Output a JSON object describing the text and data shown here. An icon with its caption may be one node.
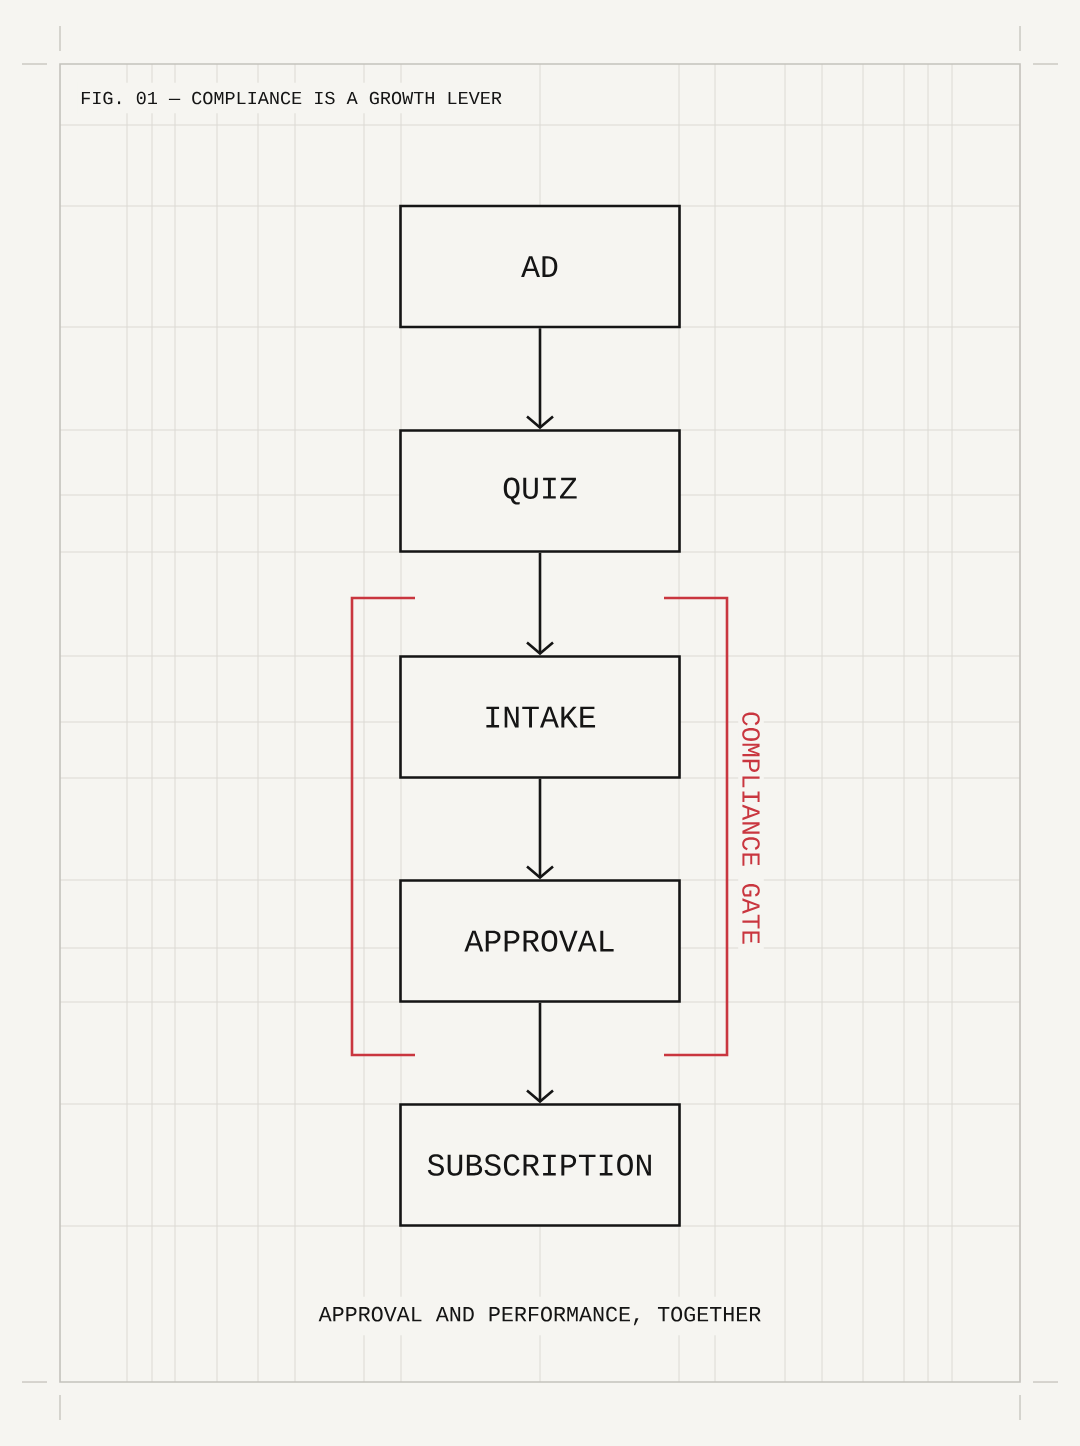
{
  "diagram": {
    "title": "FIG. 01 — COMPLIANCE IS A GROWTH LEVER",
    "caption": "APPROVAL AND PERFORMANCE, TOGETHER",
    "nodes": [
      {
        "text": [
          "AD"
        ]
      },
      {
        "text": [
          "QUIZ"
        ]
      },
      {
        "text": [
          "INTAKE"
        ]
      },
      {
        "text": [
          "APPROVAL"
        ]
      },
      {
        "text": [
          "SUBSCRIPTION"
        ]
      }
    ],
    "edges": [
      {
        "from": 0,
        "to": 1,
        "arrow": "to"
      },
      {
        "from": 1,
        "to": 2,
        "arrow": "to"
      },
      {
        "from": 2,
        "to": 3,
        "arrow": "to"
      },
      {
        "from": 3,
        "to": 4,
        "arrow": "to"
      }
    ],
    "labels": [
      "COMPLIANCE GATE"
    ]
  }
}
